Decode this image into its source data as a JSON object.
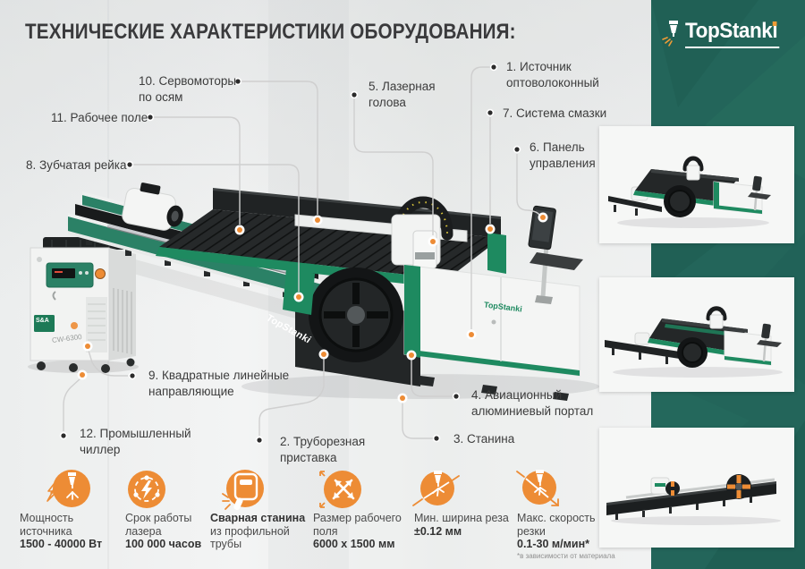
{
  "header": {
    "title": "ТЕХНИЧЕСКИЕ ХАРАКТЕРИСТИКИ ОБОРУДОВАНИЯ:",
    "brand": "TopStanki"
  },
  "callouts": {
    "c1": {
      "label": "1. Источник оптоволоконный"
    },
    "c2": {
      "label": "2. Труборезная приставка"
    },
    "c3": {
      "label": "3. Станина"
    },
    "c4": {
      "label": "4. Авиационный алюминиевый портал"
    },
    "c5": {
      "label": "5. Лазерная голова"
    },
    "c6": {
      "label": "6. Панель управления"
    },
    "c7": {
      "label": "7. Система смазки"
    },
    "c8": {
      "label": "8. Зубчатая рейка"
    },
    "c9": {
      "label": "9. Квадратные линейные направляющие"
    },
    "c10": {
      "label": "10. Сервомоторы по осям"
    },
    "c11": {
      "label": "11. Рабочее поле"
    },
    "c12": {
      "label": "12. Промышленный чиллер"
    }
  },
  "machine_text": {
    "rail_logo": "TopStanki",
    "cabinet_logo": "TopStanki",
    "chiller_brand": "S&A",
    "chiller_model": "CW-6300"
  },
  "specs": [
    {
      "icon": "source-power-icon",
      "line1": "Мощность источника",
      "line2": "1500 - 40000 Вт"
    },
    {
      "icon": "laser-lifetime-icon",
      "line1": "Срок работы лазера",
      "line2": "100 000 часов"
    },
    {
      "icon": "welded-frame-icon",
      "line1": "Сварная станина",
      "line2": "из профильной трубы"
    },
    {
      "icon": "work-area-icon",
      "line1": "Размер рабочего поля",
      "line2": "6000 х 1500 мм"
    },
    {
      "icon": "kerf-width-icon",
      "line1": "Мин. ширина реза",
      "line2": "±0.12 мм"
    },
    {
      "icon": "cut-speed-icon",
      "line1": "Макс. скорость резки",
      "line2": "0.1-30 м/мин*",
      "note": "*в зависимости от материала"
    }
  ],
  "colors": {
    "accent_orange": "#ED8C35",
    "machine_green": "#1E8A60",
    "panel_green": "#23655A",
    "text_dark": "#3C3C3C"
  }
}
